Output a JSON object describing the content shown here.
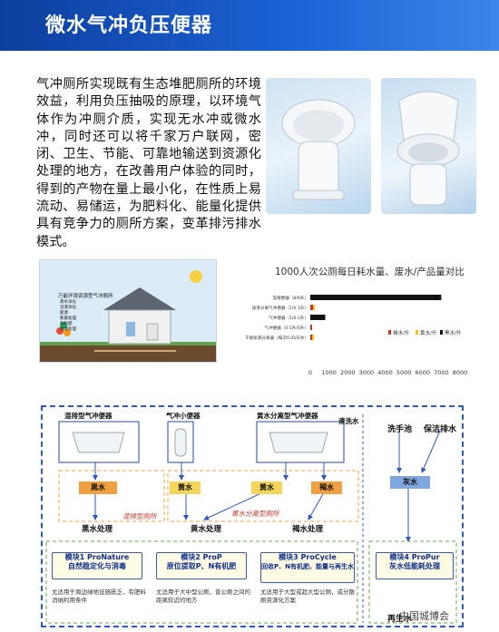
{
  "header": {
    "title": "微水气冲负压便器"
  },
  "intro": {
    "text": "气冲厕所实现既有生态堆肥厕所的环境效益，利用负压抽吸的原理，以环境气体作为冲厕介质，实现无水冲或微水冲，同时还可以将千家万户联网，密闭、卫生、节能、可靠地输送到资源化处理的地方，在改善用户体验的同时，得到的产物在量上最小化，在性质上易流动、易储运，为肥料化、能量化提供具有竞争力的厕所方案，变革排污排水模式。"
  },
  "illustration": {
    "caption": "万能环境资源型气冲厕所",
    "items": [
      "粪水净化",
      "沼液净化",
      "能源",
      "氮素处理",
      "有机肥",
      "沼渣处理"
    ]
  },
  "chart_data": {
    "type": "bar",
    "title": "1000人次公厕每日耗水量、废水/产品量对比",
    "categories": [
      "常规便器",
      "尿液分离气冲便器（1/0.1升）",
      "气冲便器（1/0.2升）",
      "气冲便器（0.5升/0升）",
      "干厕尿液分离器（每次0.05升水）"
    ],
    "xticks": [
      "0",
      "1000",
      "2000",
      "3000",
      "4000",
      "5000",
      "6000",
      "7000",
      "8000"
    ],
    "xlim": [
      0,
      8000
    ],
    "series": [
      {
        "name": "褐水/升",
        "color": "#c0392b",
        "values": [
          0,
          150,
          0,
          60,
          60
        ]
      },
      {
        "name": "黄水/升",
        "color": "#f1c40f",
        "values": [
          0,
          100,
          0,
          0,
          80
        ]
      },
      {
        "name": "黑水/升",
        "color": "#111111",
        "values": [
          7000,
          0,
          800,
          0,
          0
        ]
      }
    ],
    "annotations": [
      "常规便器（8/6升）",
      "尿液分离气冲便器（1/0.1升）",
      "气冲便器（1/0.2升）",
      "气冲便器（0.5升/0升）",
      "干厕尿液分离器（每次0.05升水）"
    ]
  },
  "flow": {
    "toilet1": "混排型气冲便器",
    "toilet2": "气冲小便器",
    "toilet3": "黄水分离型气冲便器",
    "clean_water": "清洗水",
    "washbasin": "洗手池",
    "cleaning": "保洁排水",
    "black_water": "黑水",
    "yellow_water1": "黄水",
    "yellow_water2": "黄水",
    "brown_water": "褐水",
    "grey_water": "灰水",
    "mixed_label": "混排型厕所",
    "separate_label": "黄水分离型厕所",
    "black_treat": "黑水处理",
    "yellow_treat": "黄水处理",
    "brown_treat": "褐水处理",
    "reuse": "再生水",
    "modules": [
      {
        "t1": "模块1 ProNature",
        "t2": "自然稳定化与消毒",
        "desc": "尤适用于周边绿地设施匮乏，有肥料消纳利用条件"
      },
      {
        "t1": "模块2 ProP",
        "t2": "原位提取P、N有机肥",
        "desc": "尤适用于大中型公厕，普公厕之间的距离较近的地方"
      },
      {
        "t1": "模块3 ProCycle",
        "t2": "回收P、N有机肥、能量与再生水",
        "desc": "尤适用于大型或超大型公厕，或分散厕资源化方案"
      },
      {
        "t1": "模块4 ProPur",
        "t2": "灰水低能耗处理",
        "desc": ""
      }
    ]
  },
  "watermark": "中国城博会",
  "colors": {
    "header": "#1c63d6",
    "flow_border": "#2f58c9",
    "yellow_box": "#f6d65a",
    "grey_box": "#7ea7df",
    "orange_dash": "#f0a040"
  }
}
